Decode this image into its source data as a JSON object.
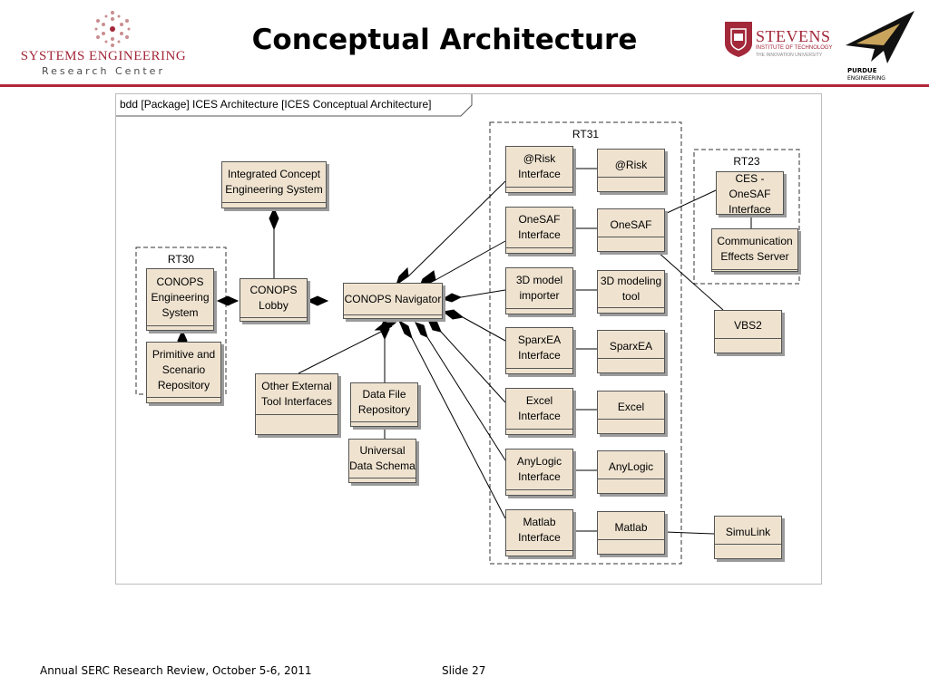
{
  "header": {
    "serc": {
      "name": "SYSTEMS ENGINEERING",
      "subtitle": "Research Center"
    },
    "title": "Conceptual Architecture",
    "stevens": {
      "name": "STEVENS",
      "subtitle": "INSTITUTE OF TECHNOLOGY",
      "tagline": "THE INNOVATION UNIVERSITY"
    },
    "purdue": {
      "name": "PURDUE",
      "subtitle": "ENGINEERING"
    }
  },
  "diagram": {
    "frame_label": "bdd [Package] ICES Architecture [ICES Conceptual Architecture]",
    "packages": {
      "rt30": "RT30",
      "rt31": "RT31",
      "rt23": "RT23"
    },
    "blocks": {
      "ices": "Integrated Concept\nEngineering System",
      "conops_eng": "CONOPS\nEngineering\nSystem",
      "primitive": "Primitive and\nScenario\nRepository",
      "lobby": "CONOPS\nLobby",
      "navigator": "CONOPS Navigator",
      "other_tools": "Other External\nTool Interfaces",
      "data_file": "Data File\nRepository",
      "uds": "Universal\nData Schema",
      "risk_if": "@Risk\nInterface",
      "risk": "@Risk",
      "onesaf_if": "OneSAF\nInterface",
      "onesaf": "OneSAF",
      "model3d_if": "3D model\nimporter",
      "model3d": "3D modeling\ntool",
      "sparx_if": "SparxEA\nInterface",
      "sparx": "SparxEA",
      "excel_if": "Excel\nInterface",
      "excel": "Excel",
      "anylogic_if": "AnyLogic\nInterface",
      "anylogic": "AnyLogic",
      "matlab_if": "Matlab\nInterface",
      "matlab": "Matlab",
      "ces": "CES - OneSAF\nInterface",
      "comm": "Communication\nEffects Server",
      "vbs2": "VBS2",
      "simulink": "SimuLink"
    }
  },
  "footer": {
    "event": "Annual SERC Research Review, October 5-6, 2011",
    "slide": "Slide 27"
  },
  "colors": {
    "accent": "#b3263a",
    "block_fill": "#efe3d0"
  }
}
